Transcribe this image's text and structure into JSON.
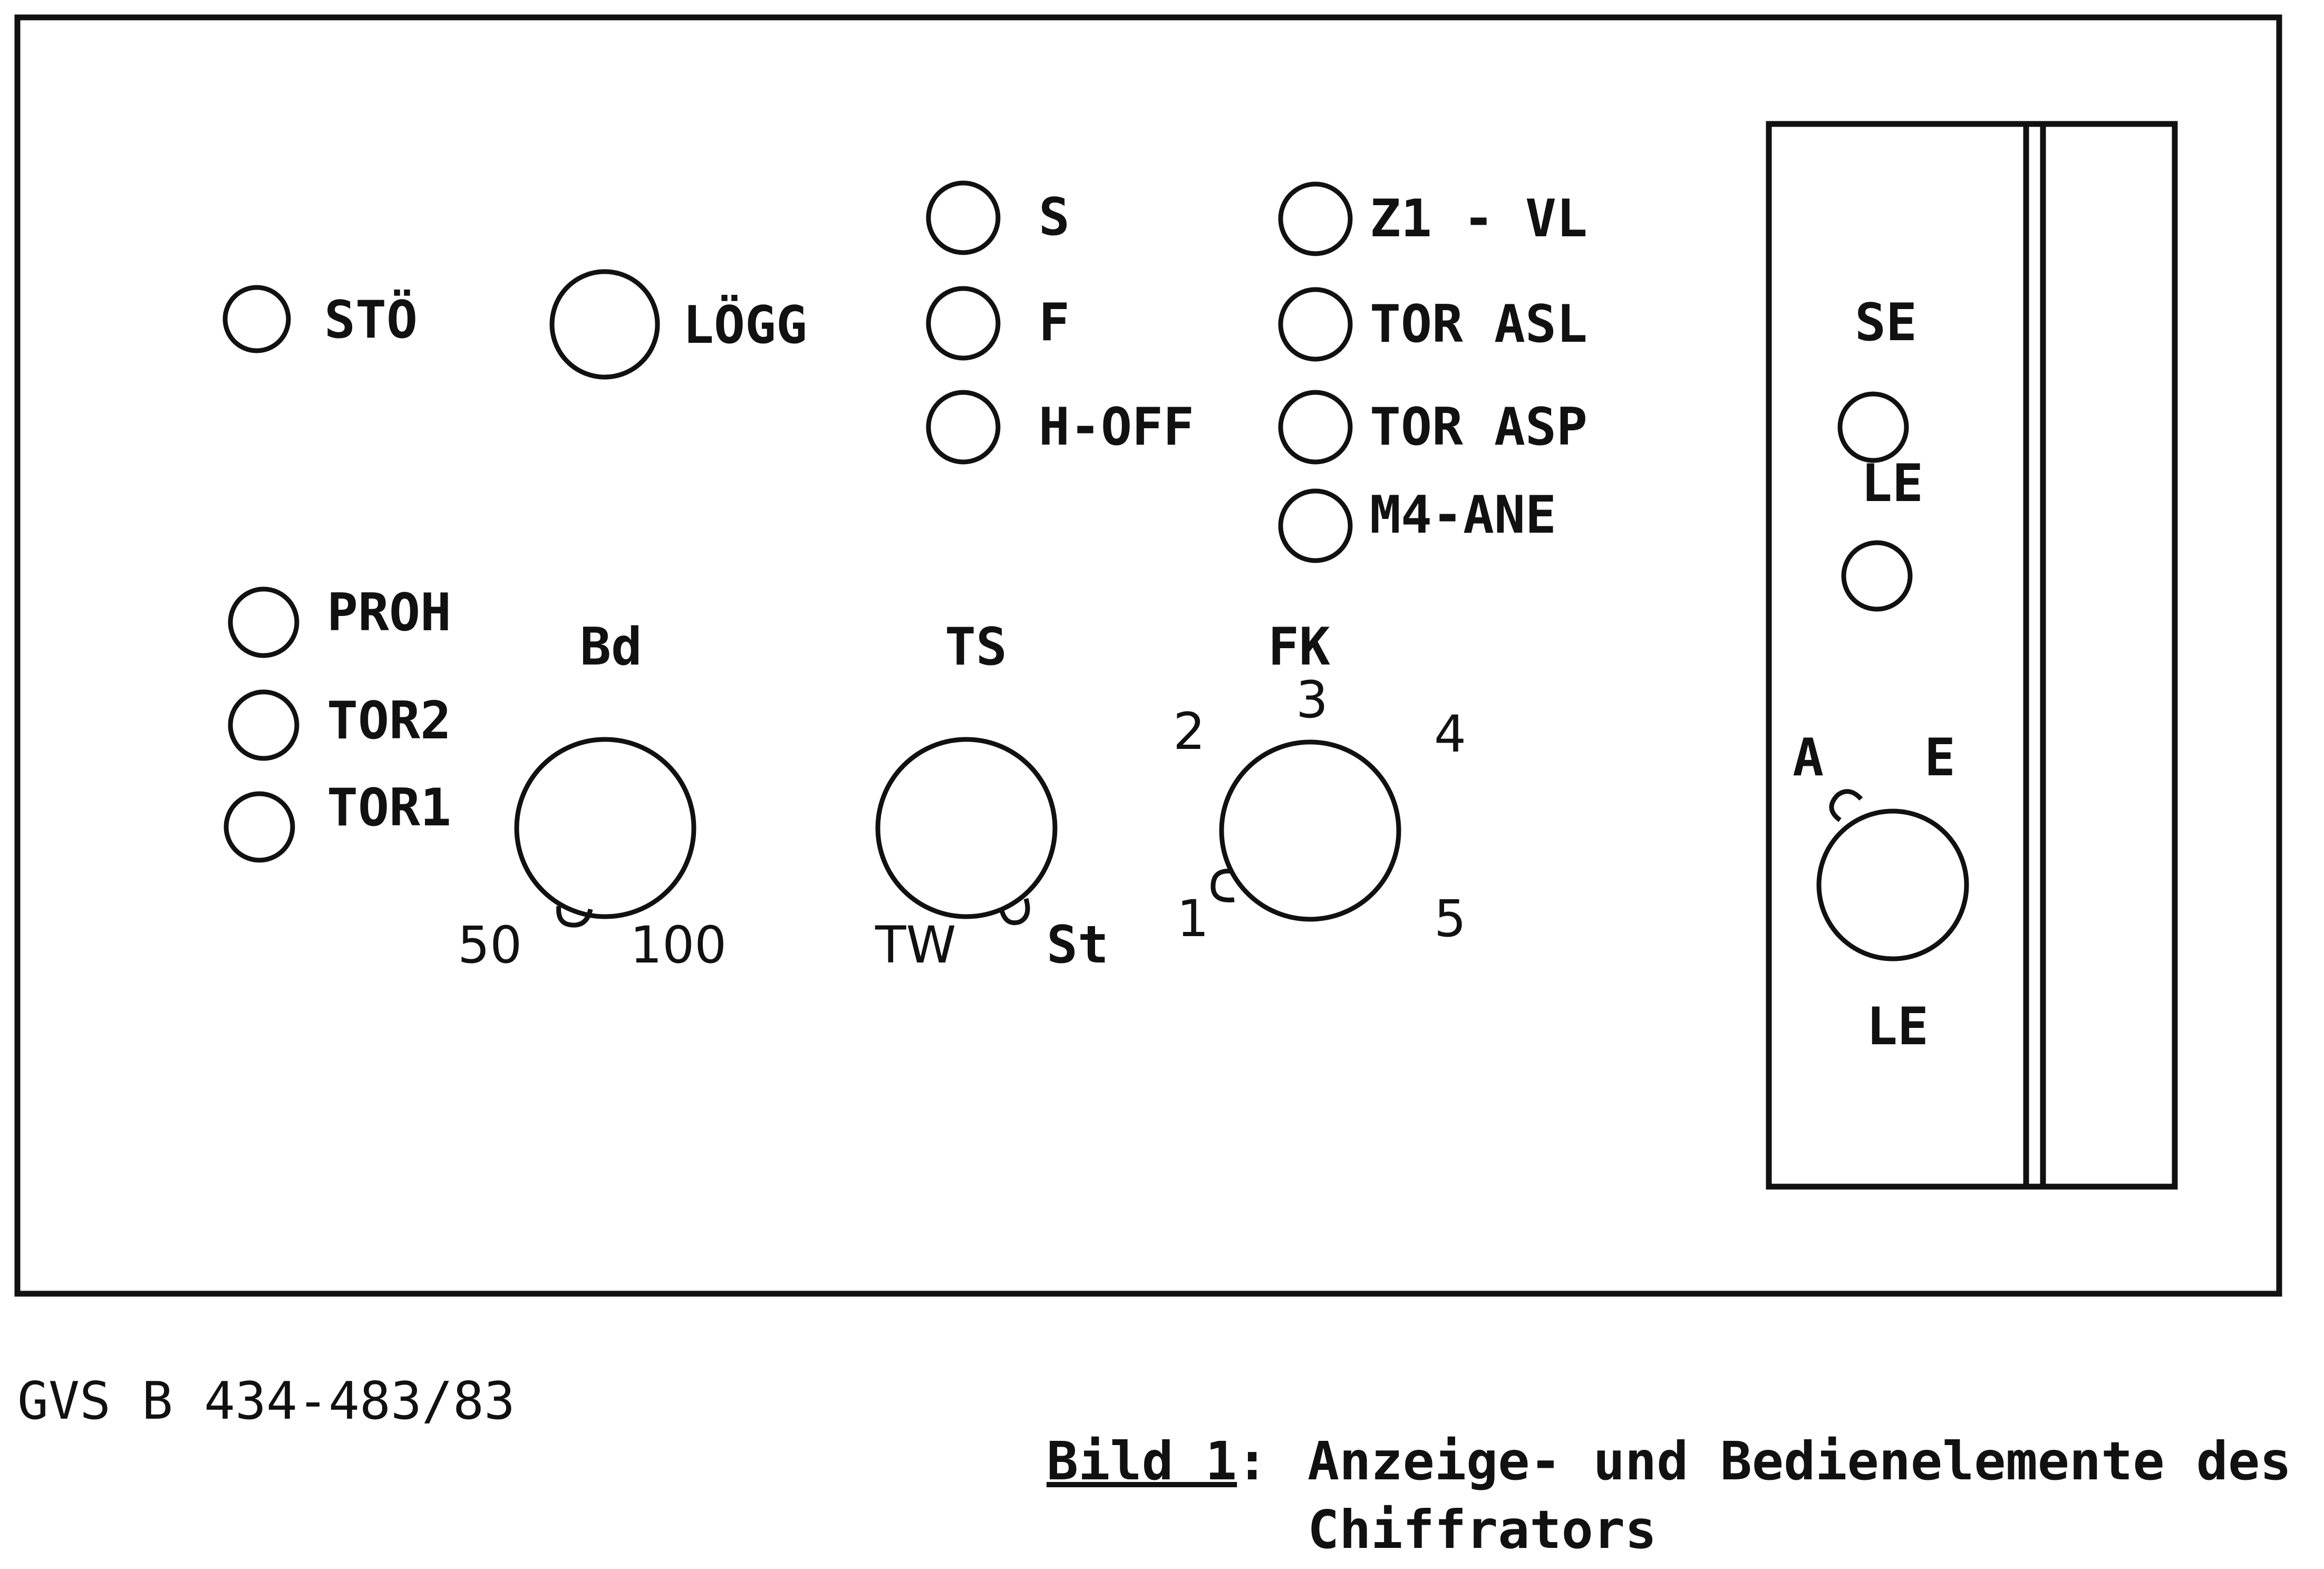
{
  "panel": {
    "indicators": {
      "stoe": "STÖ",
      "loegg": "LÖGG",
      "s": "S",
      "f": "F",
      "h_off": "H-OFF",
      "z1_vl": "Z1 - VL",
      "tor_asl": "TOR ASL",
      "tor_asp": "TOR ASP",
      "m4_ane": "M4-ANE",
      "proh": "PROH",
      "tor2": "TOR2",
      "tor1": "TOR1"
    },
    "knobs": {
      "bd": {
        "title": "Bd",
        "left": "50",
        "right": "100"
      },
      "ts": {
        "title": "TS",
        "left": "TW",
        "right": "St"
      },
      "fk": {
        "title": "FK",
        "pos1": "1",
        "pos2": "2",
        "pos3": "3",
        "pos4": "4",
        "pos5": "5"
      }
    },
    "side_module": {
      "se": "SE",
      "le_top": "LE",
      "a": "A",
      "e": "E",
      "le_bottom": "LE"
    }
  },
  "footer": {
    "doc_number": "GVS B 434-483/83",
    "caption_ref": "Bild 1",
    "caption_sep": ":",
    "caption_line1": "Anzeige- und Bedienelemente des",
    "caption_line2": "Chiffrators"
  }
}
